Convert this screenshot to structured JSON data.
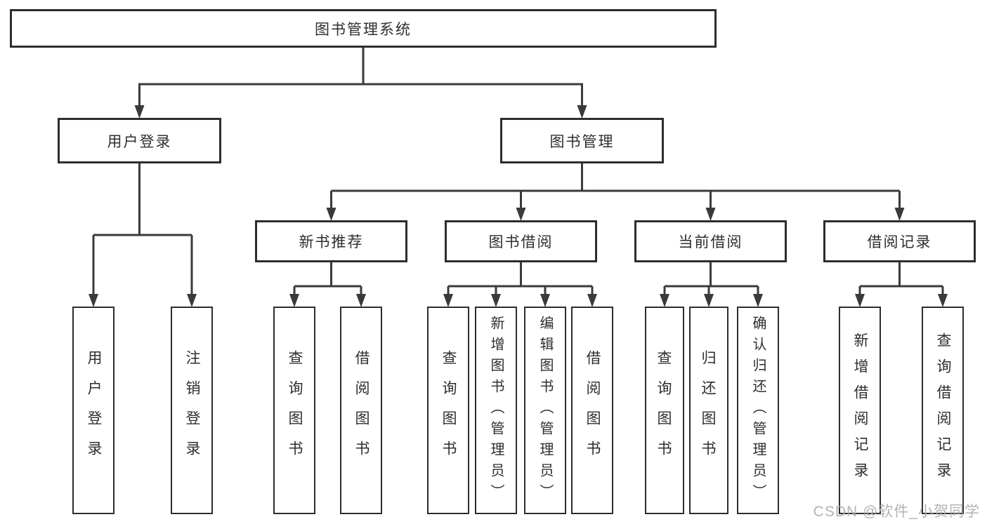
{
  "diagram": {
    "title": "图书管理系统",
    "watermark": "CSDN @软件_小贺同学",
    "line_color": "#3a3a3a",
    "tree": {
      "root": {
        "label": "图书管理系统"
      },
      "level2": [
        {
          "label": "用户登录"
        },
        {
          "label": "图书管理"
        }
      ],
      "level3": [
        {
          "label": "新书推荐"
        },
        {
          "label": "图书借阅"
        },
        {
          "label": "当前借阅"
        },
        {
          "label": "借阅记录"
        }
      ],
      "leaves": [
        {
          "label": "用户登录",
          "parent": "用户登录"
        },
        {
          "label": "注销登录",
          "parent": "用户登录"
        },
        {
          "label": "查询图书",
          "parent": "新书推荐"
        },
        {
          "label": "借阅图书",
          "parent": "新书推荐"
        },
        {
          "label": "查询图书",
          "parent": "图书借阅"
        },
        {
          "label": "新增图书（管理员）",
          "parent": "图书借阅"
        },
        {
          "label": "编辑图书（管理员）",
          "parent": "图书借阅"
        },
        {
          "label": "借阅图书",
          "parent": "图书借阅"
        },
        {
          "label": "查询图书",
          "parent": "当前借阅"
        },
        {
          "label": "归还图书",
          "parent": "当前借阅"
        },
        {
          "label": "确认归还（管理员）",
          "parent": "当前借阅"
        },
        {
          "label": "新增借阅记录",
          "parent": "借阅记录"
        },
        {
          "label": "查询借阅记录",
          "parent": "借阅记录"
        }
      ]
    }
  }
}
